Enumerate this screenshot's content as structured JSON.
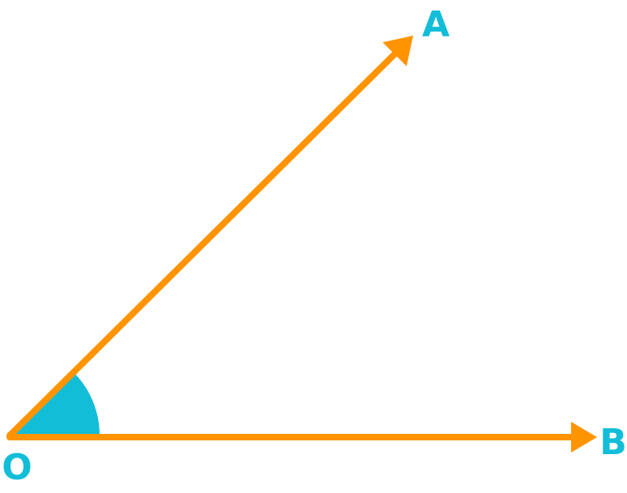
{
  "diagram": {
    "labels": {
      "vertex": "O",
      "ray_a_end": "A",
      "ray_b_end": "B"
    },
    "colors": {
      "rays": "#FF9400",
      "angle_arc": "#12BDD8",
      "labels": "#12BDD8",
      "background": "#FFFFFF"
    }
  }
}
